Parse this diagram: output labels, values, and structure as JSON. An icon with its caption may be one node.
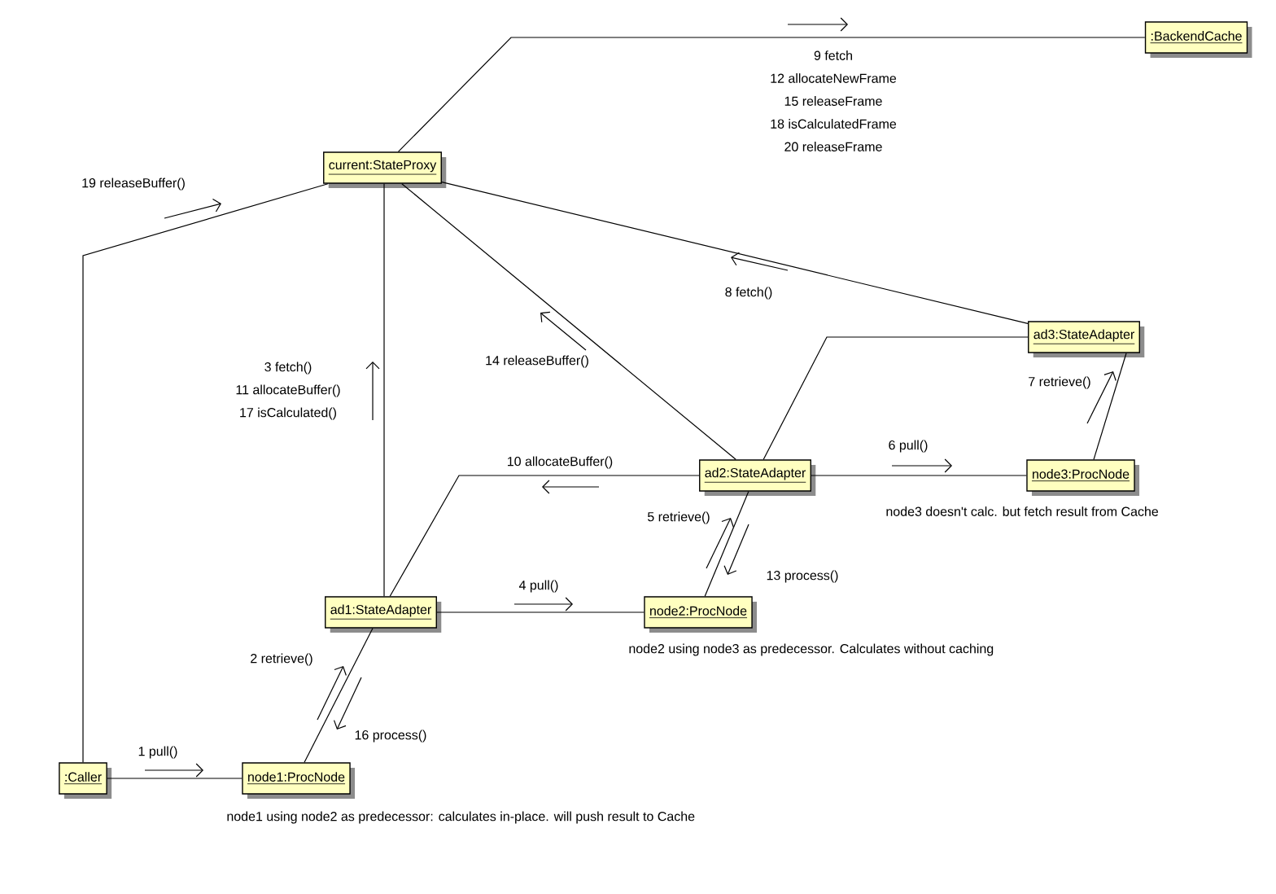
{
  "diagram": {
    "nodes": [
      {
        "text": [
          "current:StateProxy"
        ]
      },
      {
        "text": [
          ":BackendCache"
        ]
      },
      {
        "text": [
          "ad3:StateAdapter"
        ]
      },
      {
        "text": [
          "ad2:StateAdapter"
        ]
      },
      {
        "text": [
          "node3:ProcNode"
        ],
        "beside": [
          "node3 doesn't calc. but fetch result from Cache"
        ]
      },
      {
        "text": [
          "ad1:StateAdapter"
        ]
      },
      {
        "text": [
          "node2:ProcNode"
        ],
        "beside": [
          "node2 using node3 as predecessor. Calculates without caching"
        ]
      },
      {
        "text": [
          ":Caller"
        ]
      },
      {
        "text": [
          "node1:ProcNode"
        ],
        "beside": [
          "node1 using node2 as predecessor: calculates in-place. will push result to Cache"
        ]
      }
    ],
    "edges": [
      {
        "from": 0,
        "to": 1,
        "arrow": "none"
      },
      {
        "from": 0,
        "to": 7,
        "arrow": "none"
      },
      {
        "from": 0,
        "to": 5,
        "arrow": "none"
      },
      {
        "from": 0,
        "to": 3,
        "arrow": "none"
      },
      {
        "from": 0,
        "to": 2,
        "arrow": "none"
      },
      {
        "from": 2,
        "to": 3,
        "arrow": "none"
      },
      {
        "from": 3,
        "to": 5,
        "arrow": "none"
      },
      {
        "from": 3,
        "to": 4,
        "arrow": "none"
      },
      {
        "from": 3,
        "to": 6,
        "arrow": "none"
      },
      {
        "from": 4,
        "to": 2,
        "arrow": "none"
      },
      {
        "from": 5,
        "to": 6,
        "arrow": "none"
      },
      {
        "from": 5,
        "to": 8,
        "arrow": "none"
      },
      {
        "from": 7,
        "to": 8,
        "arrow": "none"
      }
    ],
    "labels": [
      "9 fetch",
      "12 allocateNewFrame",
      "15 releaseFrame",
      "18 isCalculatedFrame",
      "20 releaseFrame",
      "19 releaseBuffer()",
      "8 fetch()",
      "14 releaseBuffer()",
      "3 fetch()",
      "11 allocateBuffer()",
      "17 isCalculated()",
      "7 retrieve()",
      "6 pull()",
      "10 allocateBuffer()",
      "5 retrieve()",
      "13 process()",
      "4 pull()",
      "2 retrieve()",
      "16 process()",
      "1 pull()"
    ]
  }
}
